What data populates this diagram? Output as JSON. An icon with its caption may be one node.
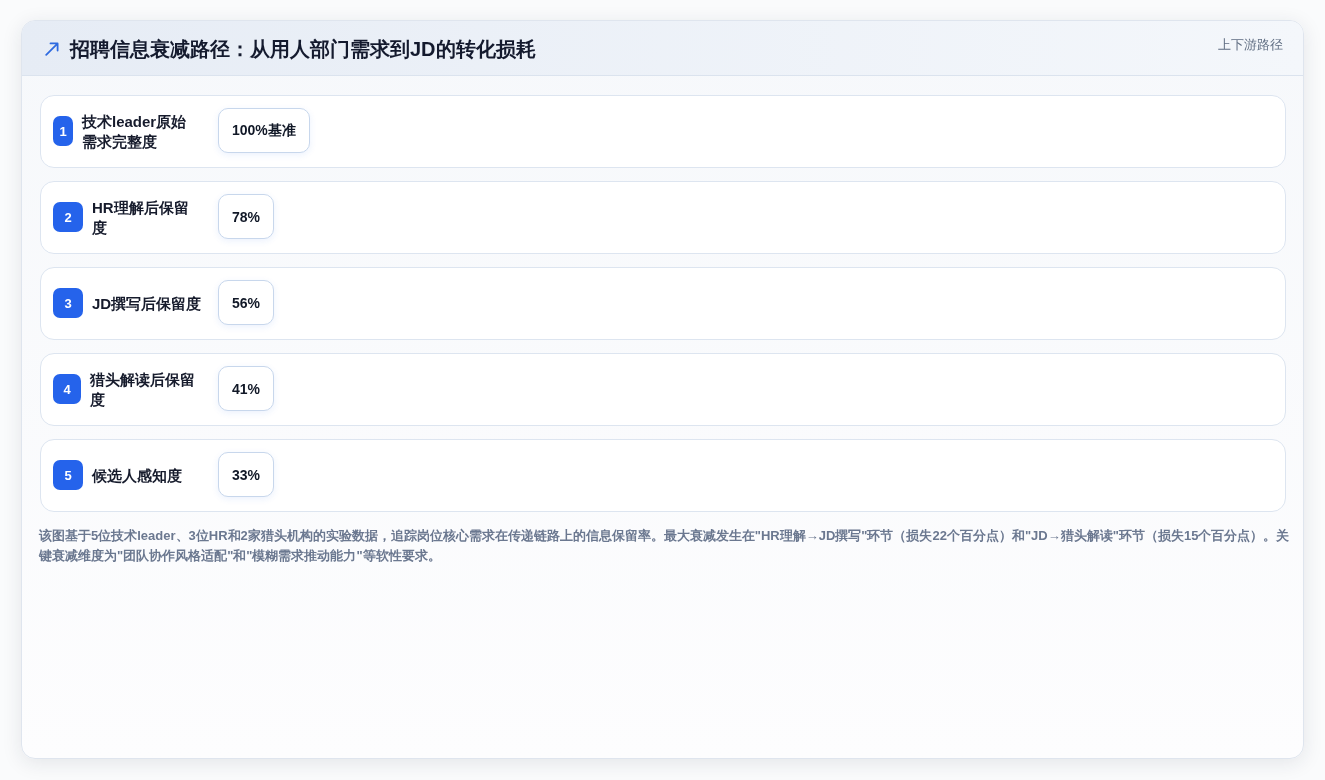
{
  "diagram": {
    "title": "招聘信息衰减路径：从用人部门需求到JD的转化损耗",
    "caption": "该图基于5位技术leader、3位HR和2家猎头机构的实验数据，追踪岗位核心需求在传递链路上的信息保留率。最大衰减发生在\"HR理解→JD撰写\"环节（损失22个百分点）和\"JD→猎头解读\"环节（损失15个百分点）。关键衰减维度为\"团队协作风格适配\"和\"模糊需求推动能力\"等软性要求。",
    "nodes": [
      {
        "text": [
          "技术leader原始需求完整度"
        ]
      },
      {
        "text": [
          "1"
        ],
        "in": 0
      },
      {
        "text": [
          "100%基准"
        ],
        "in": 0
      },
      {
        "text": [
          "HR理解后保留度"
        ]
      },
      {
        "text": [
          "2"
        ],
        "in": 3
      },
      {
        "text": [
          "78%"
        ],
        "in": 3
      },
      {
        "text": [
          "JD撰写后保留度"
        ]
      },
      {
        "text": [
          "3"
        ],
        "in": 6
      },
      {
        "text": [
          "56%"
        ],
        "in": 6
      },
      {
        "text": [
          "猎头解读后保留度"
        ]
      },
      {
        "text": [
          "4"
        ],
        "in": 9
      },
      {
        "text": [
          "41%"
        ],
        "in": 9
      },
      {
        "text": [
          "候选人感知度"
        ]
      },
      {
        "text": [
          "5"
        ],
        "in": 12
      },
      {
        "text": [
          "33%"
        ],
        "in": 12
      }
    ],
    "labels": [
      "上下游路径"
    ]
  }
}
